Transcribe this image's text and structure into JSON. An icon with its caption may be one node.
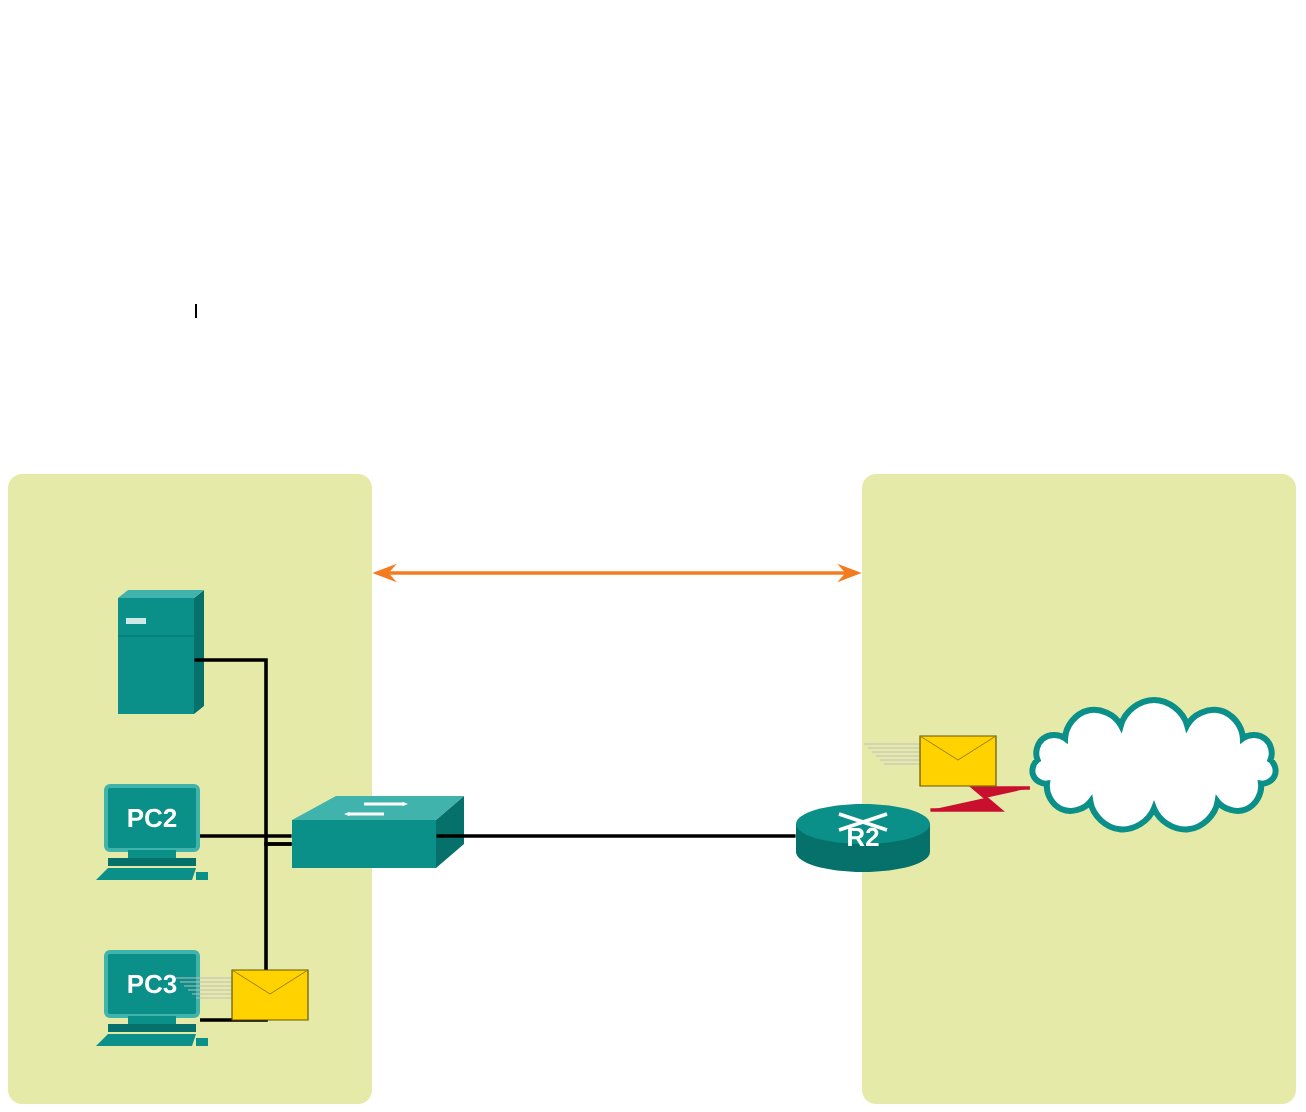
{
  "diagram": {
    "nodes": [
      {
        "text": [],
        "shape": "box"
      },
      {
        "text": [],
        "shape": "box"
      },
      {
        "text": [],
        "shape": "picture",
        "in": 0
      },
      {
        "text": [
          "PC2"
        ],
        "in": 0
      },
      {
        "text": [
          "PC3"
        ],
        "in": 0
      },
      {
        "text": [],
        "shape": "box"
      },
      {
        "text": [
          "R2"
        ]
      },
      {
        "text": [],
        "shape": "cloud",
        "in": 1
      }
    ],
    "edges": [
      {
        "from": 2,
        "to": 5,
        "arrow": "none"
      },
      {
        "from": 3,
        "to": 5,
        "arrow": "none"
      },
      {
        "from": 4,
        "to": 5,
        "arrow": "none"
      },
      {
        "from": 5,
        "to": 6,
        "arrow": "none"
      },
      {
        "from": 6,
        "to": 7,
        "arrow": "none",
        "color": "#c8102e"
      },
      {
        "from": 0,
        "to": 1,
        "arrow": "both",
        "color": "#f47b20"
      }
    ]
  }
}
